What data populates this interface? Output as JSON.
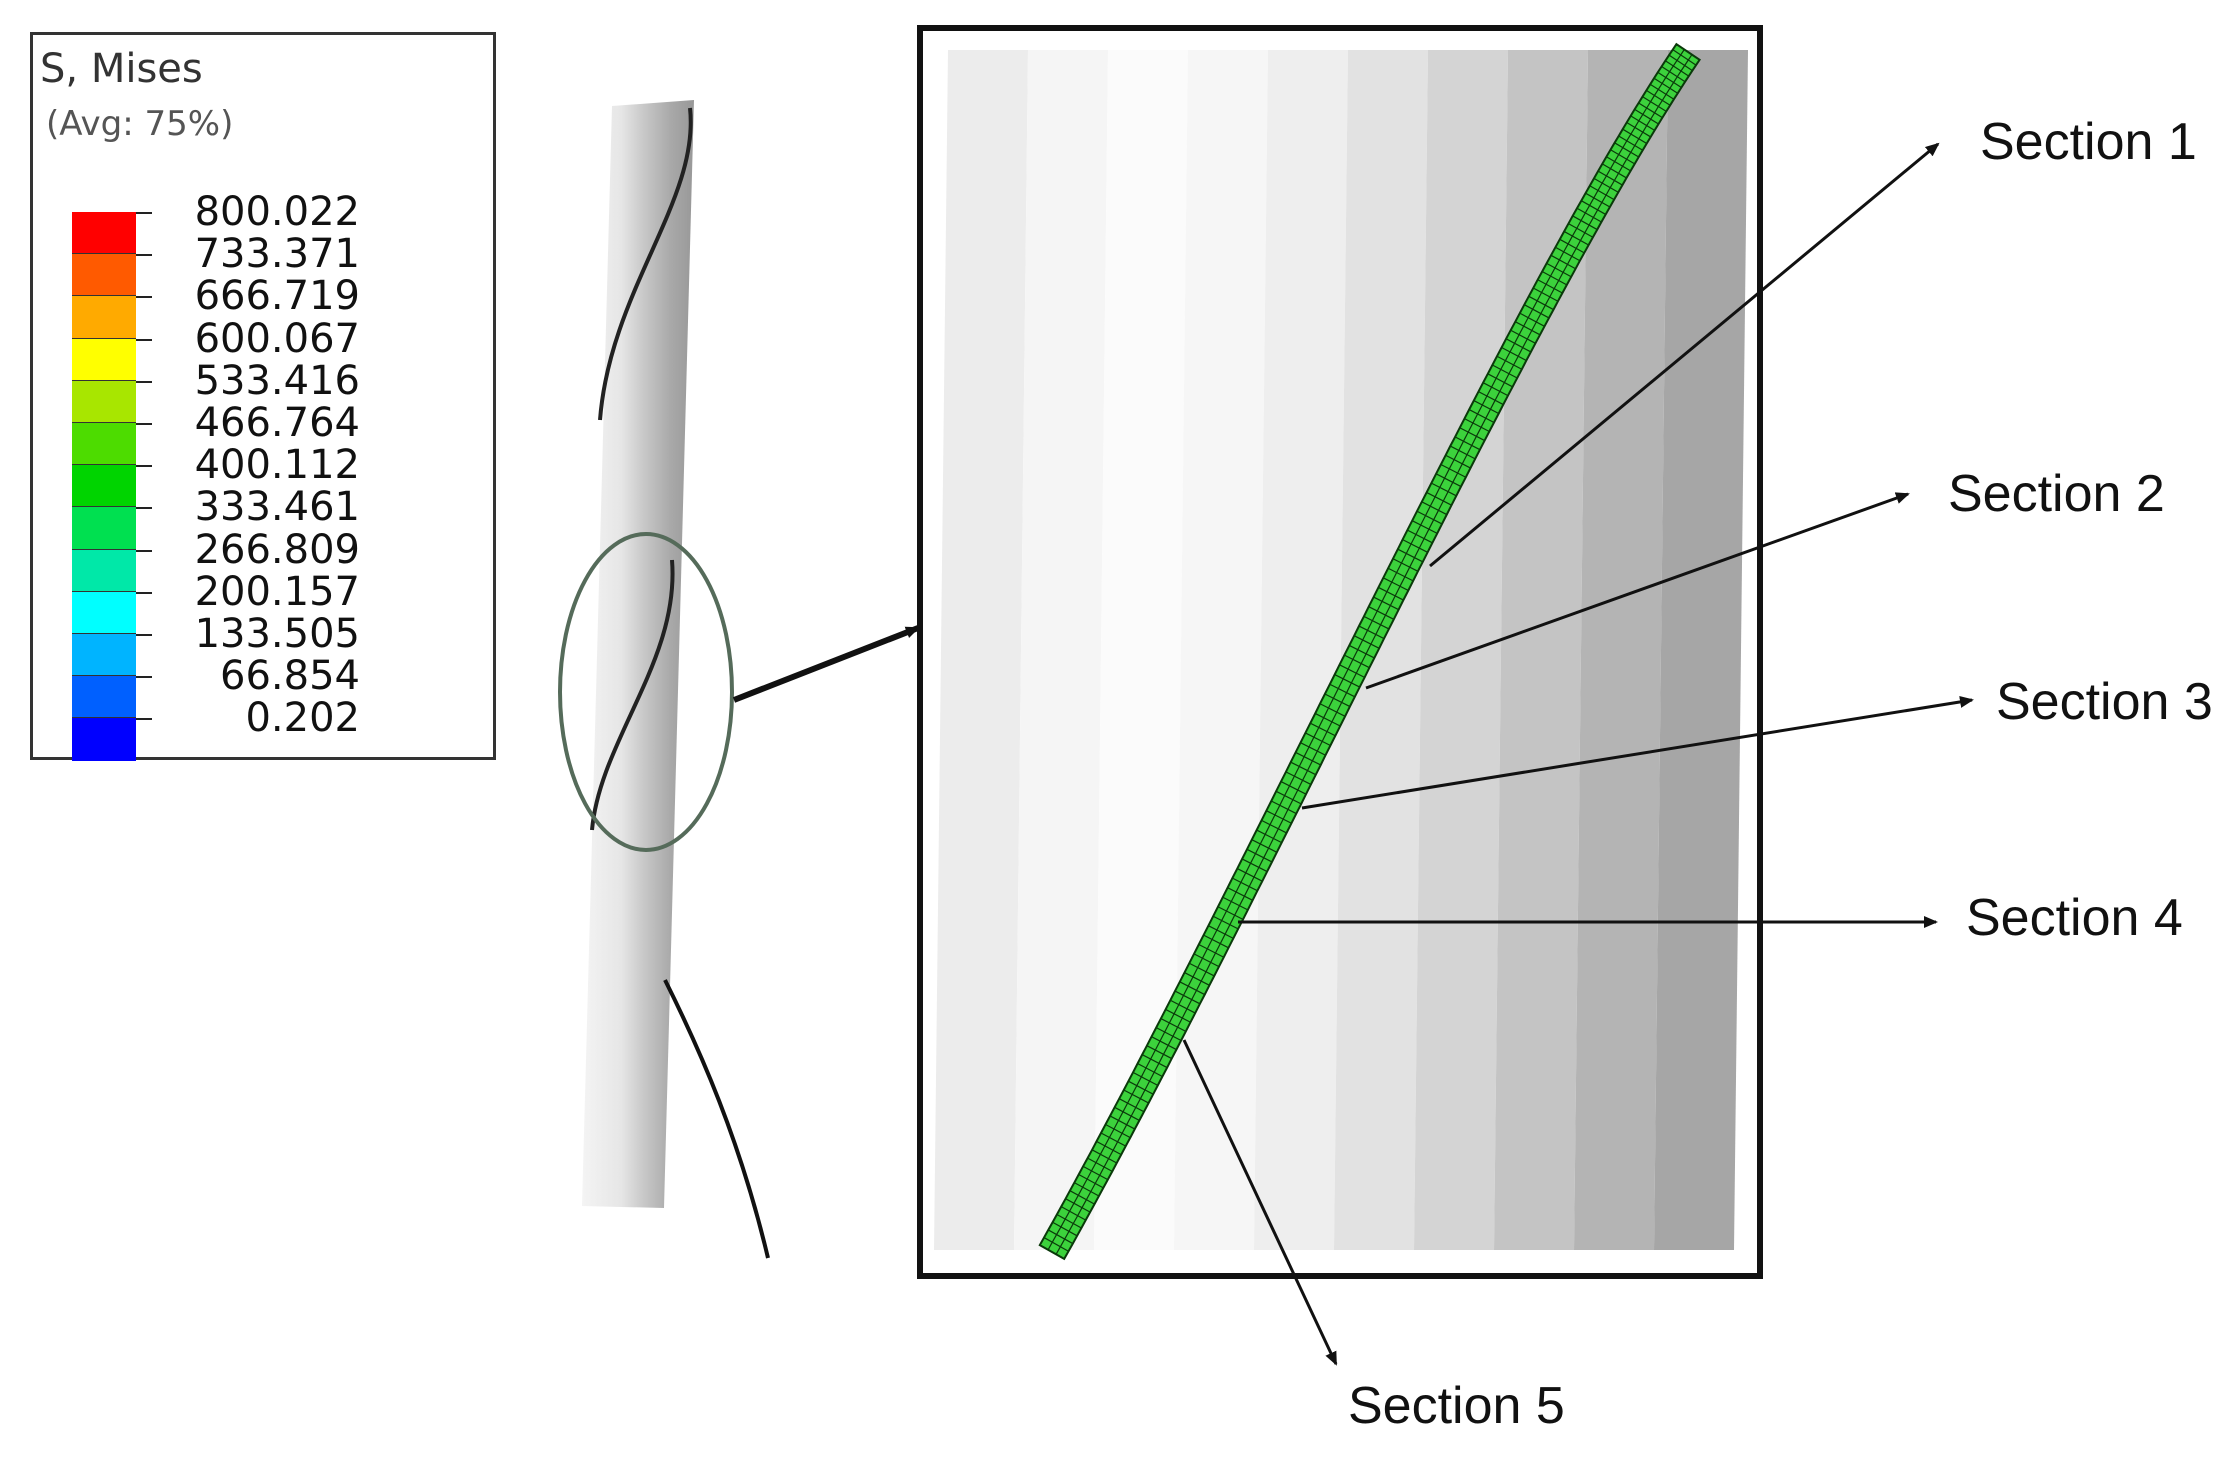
{
  "legend": {
    "title": "S, Mises",
    "subtitle": "(Avg: 75%)",
    "values": [
      "800.022",
      "733.371",
      "666.719",
      "600.067",
      "533.416",
      "466.764",
      "400.112",
      "333.461",
      "266.809",
      "200.157",
      "133.505",
      "66.854",
      "0.202"
    ],
    "colors": [
      "#ff0000",
      "#ff5a00",
      "#ffaa00",
      "#ffff00",
      "#a8e600",
      "#4ddc00",
      "#00d400",
      "#00e050",
      "#00e8a8",
      "#00ffff",
      "#00b4ff",
      "#0060ff",
      "#0000ff"
    ]
  },
  "labels": {
    "section1": "Section 1",
    "section2": "Section 2",
    "section3": "Section 3",
    "section4": "Section 4",
    "section5": "Section 5"
  },
  "colors": {
    "wire": "#3cd23c",
    "mesh": "#0a3a0a",
    "ellipse": "#556b5a"
  }
}
